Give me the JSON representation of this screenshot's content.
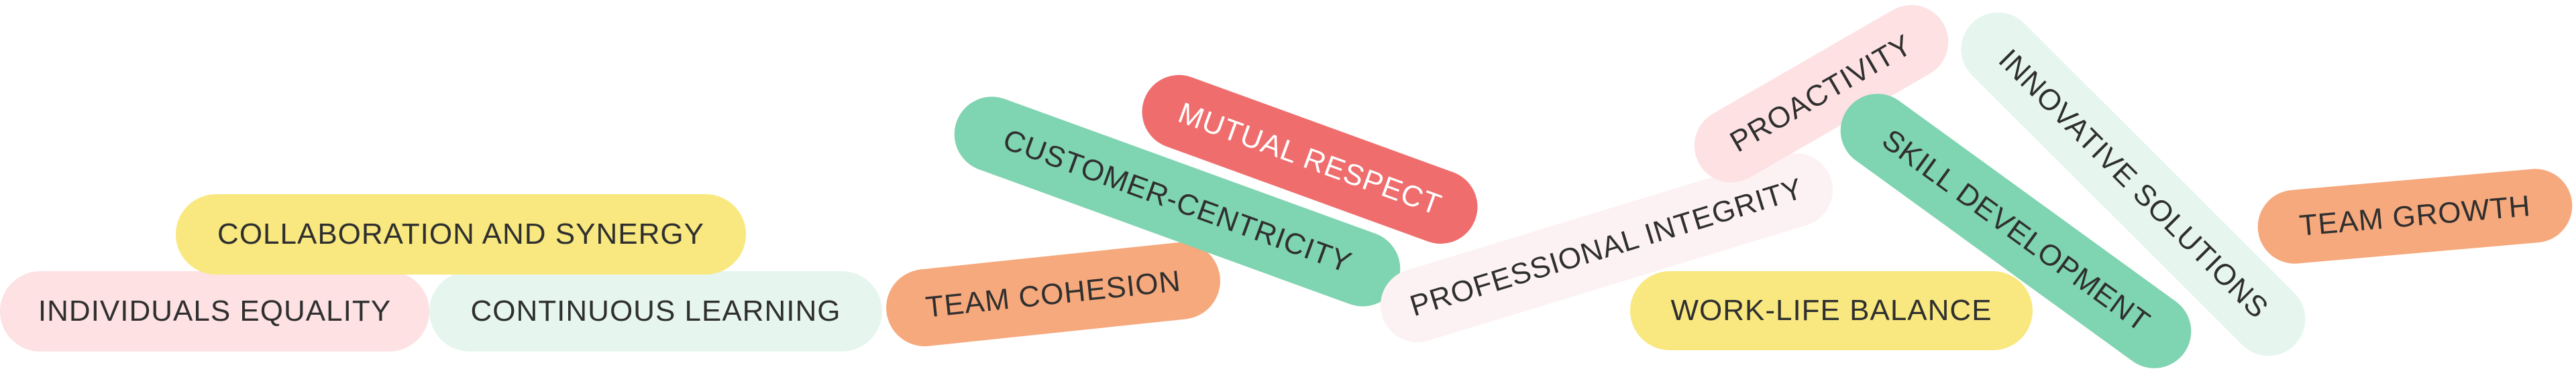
{
  "tags": [
    {
      "label": "INDIVIDUALS EQUALITY",
      "color": "#fde1e3"
    },
    {
      "label": "CONTINUOUS LEARNING",
      "color": "#e6f6ef"
    },
    {
      "label": "COLLABORATION AND SYNERGY",
      "color": "#f8e87f"
    },
    {
      "label": "TEAM COHESION",
      "color": "#f6a97c"
    },
    {
      "label": "CUSTOMER-CENTRICITY",
      "color": "#7fd4b1"
    },
    {
      "label": "MUTUAL RESPECT",
      "color": "#ef6d6d"
    },
    {
      "label": "PROFESSIONAL INTEGRITY",
      "color": "#fdf2f3"
    },
    {
      "label": "WORK-LIFE BALANCE",
      "color": "#f8e87f"
    },
    {
      "label": "PROACTIVITY",
      "color": "#fde1e3"
    },
    {
      "label": "SKILL DEVELOPMENT",
      "color": "#7fd4b1"
    },
    {
      "label": "INNOVATIVE SOLUTIONS",
      "color": "#e6f6ef"
    },
    {
      "label": "TEAM GROWTH",
      "color": "#f6a97c"
    }
  ]
}
